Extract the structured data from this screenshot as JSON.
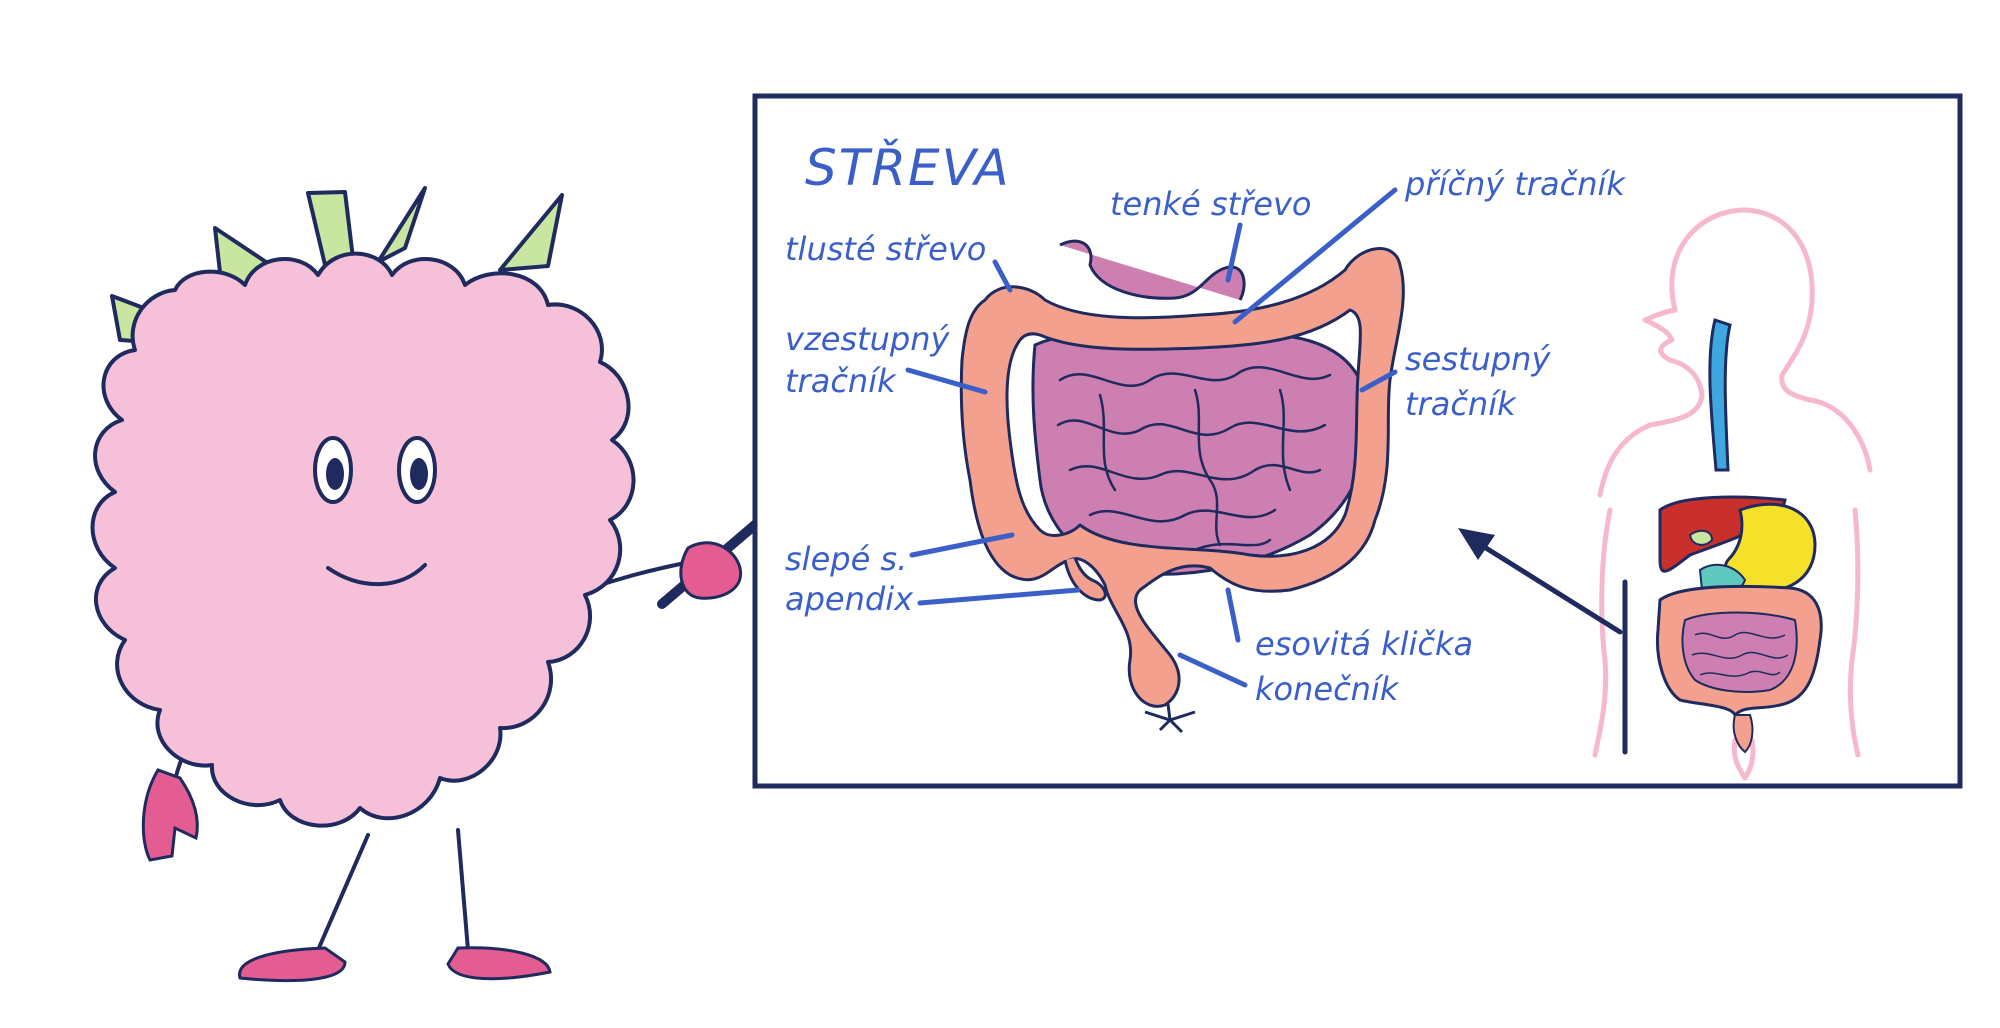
{
  "board": {
    "title": "STŘEVA",
    "labels": {
      "tluste_strevo": "tlusté střevo",
      "tenke_strevo": "tenké střevo",
      "pricny_tracnik": "příčný tračník",
      "vzestupny_1": "vzestupný",
      "vzestupny_2": "tračník",
      "sestupny_1": "sestupný",
      "sestupny_2": "tračník",
      "slepe": "slepé s.",
      "apendix": "apendix",
      "esovita": "esovitá klička",
      "konecnik": "konečník"
    }
  },
  "colors": {
    "outline": "#1f2a5e",
    "label": "#3a5fc9",
    "raspberry": "#f5c0d8",
    "leaf": "#c9e6a0",
    "pink_accent": "#e35d93",
    "colon": "#f4a08e",
    "small_intestine": "#cc7fb0",
    "liver": "#c9302c",
    "stomach": "#f5e02a",
    "esophagus": "#3fa7e0",
    "body_outline": "#f6b8cf"
  },
  "icons": {
    "character": "raspberry-character",
    "pointer": "pointer-stick",
    "diagram": "intestines-diagram",
    "inset": "human-digestive-system"
  }
}
